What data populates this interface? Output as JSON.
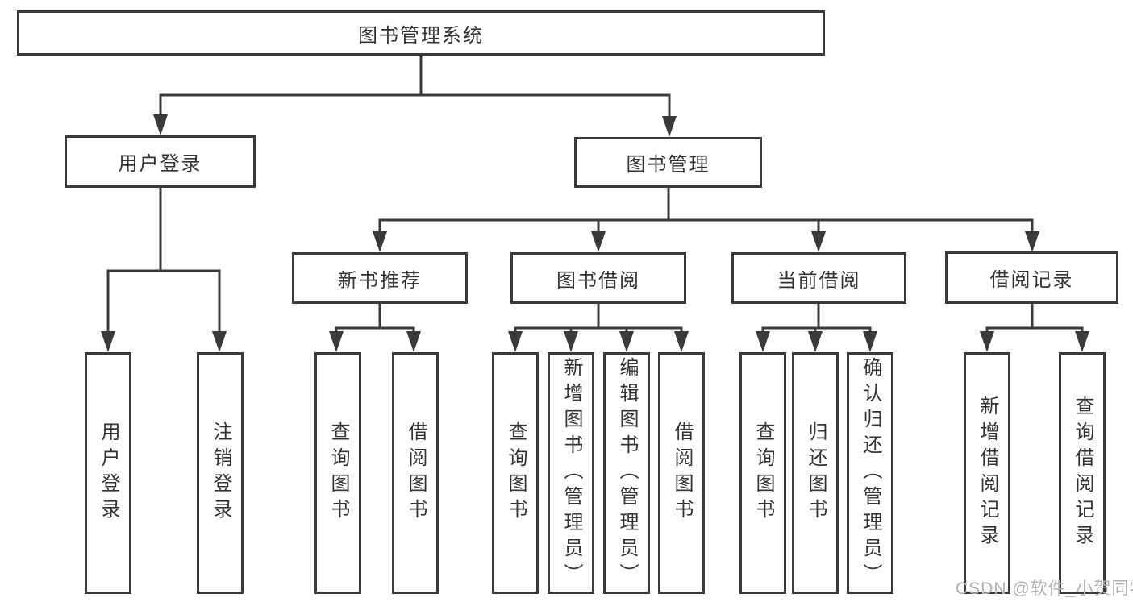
{
  "diagram_title": "图书管理系统",
  "tree": {
    "label": "图书管理系统",
    "children": [
      {
        "label": "用户登录",
        "children": [
          {
            "label": "用户登录"
          },
          {
            "label": "注销登录"
          }
        ]
      },
      {
        "label": "图书管理",
        "children": [
          {
            "label": "新书推荐",
            "children": [
              {
                "label": "查询图书"
              },
              {
                "label": "借阅图书"
              }
            ]
          },
          {
            "label": "图书借阅",
            "children": [
              {
                "label": "查询图书"
              },
              {
                "label": "新增图书（管理员）"
              },
              {
                "label": "编辑图书（管理员）"
              },
              {
                "label": "借阅图书"
              }
            ]
          },
          {
            "label": "当前借阅",
            "children": [
              {
                "label": "查询图书"
              },
              {
                "label": "归还图书"
              },
              {
                "label": "确认归还（管理员）"
              }
            ]
          },
          {
            "label": "借阅记录",
            "children": [
              {
                "label": "新增借阅记录"
              },
              {
                "label": "查询借阅记录"
              }
            ]
          }
        ]
      }
    ]
  },
  "watermark": {
    "text": "CSDN @软件_小贺同学"
  },
  "colors": {
    "line": "#3a3a3a",
    "text": "#333333",
    "box_background": "#ffffff",
    "page_background": "#ffffff",
    "watermark": "#b2b2b2"
  }
}
